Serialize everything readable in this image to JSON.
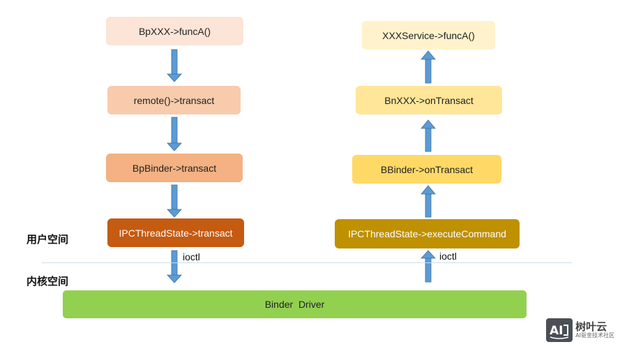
{
  "left_column": [
    {
      "id": "bp-funca",
      "label": "BpXXX->funcA()",
      "color": "#fce4d6"
    },
    {
      "id": "remote-transact",
      "label": "remote()->transact",
      "color": "#f8cbad"
    },
    {
      "id": "bpbinder-transact",
      "label": "BpBinder->transact",
      "color": "#f4b183"
    },
    {
      "id": "ipc-transact",
      "label": "IPCThreadState->transact",
      "color": "#c55a11"
    }
  ],
  "right_column": [
    {
      "id": "service-funca",
      "label": "XXXService->funcA()",
      "color": "#fff2cc"
    },
    {
      "id": "bn-ontransact",
      "label": "BnXXX->onTransact",
      "color": "#ffe699"
    },
    {
      "id": "bbinder-ontransact",
      "label": "BBinder->onTransact",
      "color": "#ffd966"
    },
    {
      "id": "ipc-execute",
      "label": "IPCThreadState->executeCommand",
      "color": "#bf9000"
    }
  ],
  "driver": {
    "label": "Binder  Driver",
    "color": "#92d050"
  },
  "ioctl_left": "ioctl",
  "ioctl_right": "ioctl",
  "user_space": "用户空间",
  "kernel_space": "内核空间",
  "arrow_color": "#5b9bd5",
  "watermark": {
    "name": "树叶云",
    "sub": "AI驱金技术社区"
  }
}
